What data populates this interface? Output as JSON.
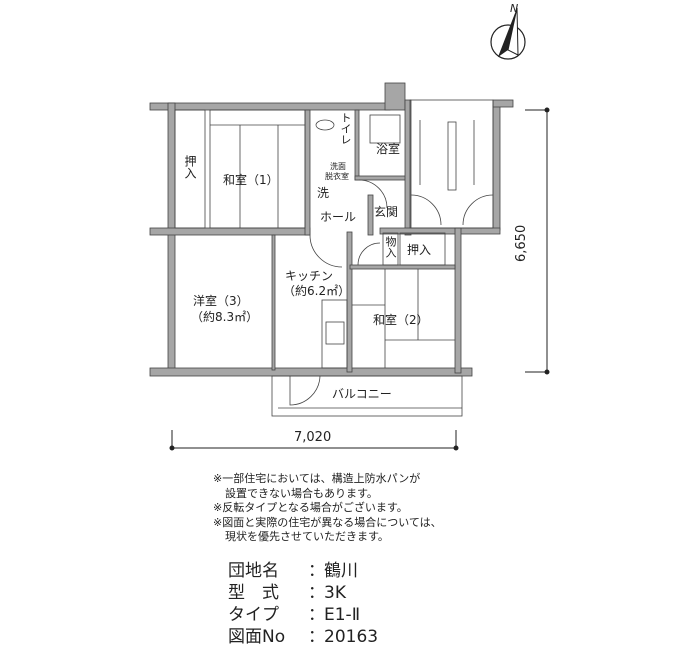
{
  "compass": {
    "label": "N"
  },
  "rooms": {
    "oshiire_left": "押入",
    "washitsu1": "和室（1）",
    "toilet": "トイレ",
    "bath": "浴室",
    "senmen": "洗面",
    "datsui": "脱衣室",
    "sen": "洗",
    "hall": "ホール",
    "genkan": "玄関",
    "monoire": "物入",
    "oshiire_right": "押入",
    "kitchen": "キッチン",
    "kitchen_area": "（約6.2㎡）",
    "youshitsu": "洋室（3）",
    "youshitsu_area": "（約8.3㎡）",
    "washitsu2": "和室（2）",
    "balcony": "バルコニー"
  },
  "dimensions": {
    "width": "7,020",
    "depth": "6,650"
  },
  "notes": [
    "※一部住宅においては、構造上防水パンが",
    "設置できない場合もあります。",
    "※反転タイプとなる場合がございます。",
    "※図面と実際の住宅が異なる場合については、",
    "現状を優先させていただきます。"
  ],
  "info": [
    {
      "key": "団地名",
      "value": "鶴川"
    },
    {
      "key": "型　式",
      "value": "3K"
    },
    {
      "key": "タイプ",
      "value": "E1-Ⅱ"
    },
    {
      "key": "図面No",
      "value": "20163"
    }
  ],
  "colors": {
    "wall": "#a6a6a6",
    "line": "#333333"
  }
}
